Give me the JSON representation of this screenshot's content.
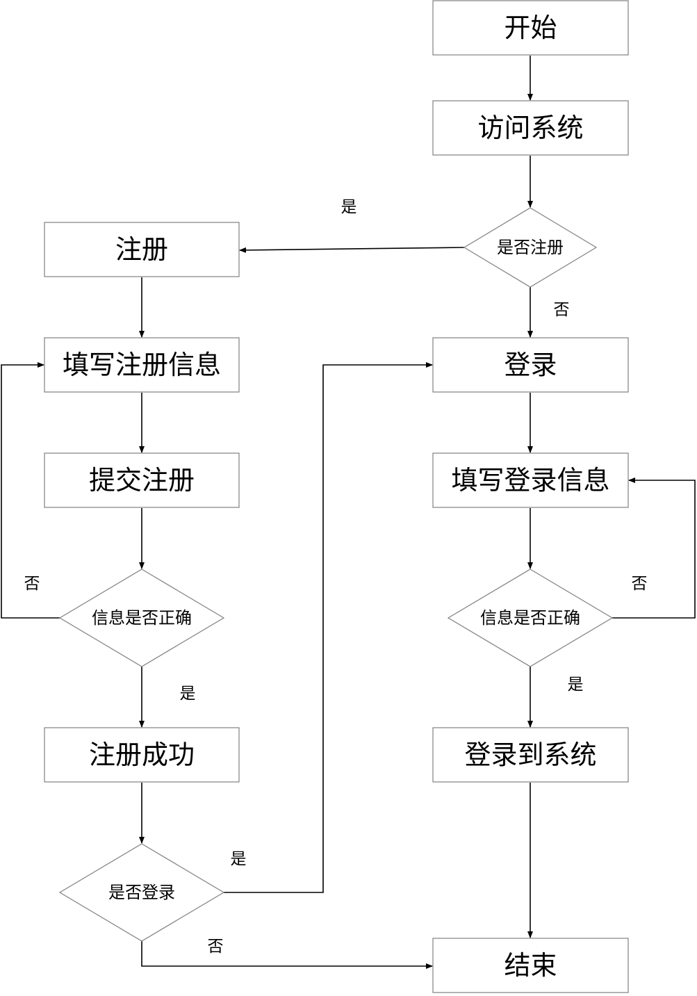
{
  "diagram": {
    "nodes": {
      "start": {
        "label": "开始",
        "shape": "box"
      },
      "access": {
        "label": "访问系统",
        "shape": "box"
      },
      "reg_q": {
        "label": "是否注册",
        "shape": "diamond"
      },
      "register": {
        "label": "注册",
        "shape": "box"
      },
      "fill_reg": {
        "label": "填写注册信息",
        "shape": "box"
      },
      "submit_reg": {
        "label": "提交注册",
        "shape": "box"
      },
      "reg_check": {
        "label": "信息是否正确",
        "shape": "diamond"
      },
      "reg_ok": {
        "label": "注册成功",
        "shape": "box"
      },
      "login_q": {
        "label": "是否登录",
        "shape": "diamond"
      },
      "login": {
        "label": "登录",
        "shape": "box"
      },
      "fill_login": {
        "label": "填写登录信息",
        "shape": "box"
      },
      "login_check": {
        "label": "信息是否正确",
        "shape": "diamond"
      },
      "logged_in": {
        "label": "登录到系统",
        "shape": "box"
      },
      "end": {
        "label": "结束",
        "shape": "box"
      }
    },
    "edges": [
      {
        "from": "start",
        "to": "access",
        "label": ""
      },
      {
        "from": "access",
        "to": "reg_q",
        "label": ""
      },
      {
        "from": "reg_q",
        "to": "register",
        "label": "是"
      },
      {
        "from": "reg_q",
        "to": "login",
        "label": "否"
      },
      {
        "from": "register",
        "to": "fill_reg",
        "label": ""
      },
      {
        "from": "fill_reg",
        "to": "submit_reg",
        "label": ""
      },
      {
        "from": "submit_reg",
        "to": "reg_check",
        "label": ""
      },
      {
        "from": "reg_check",
        "to": "fill_reg",
        "label": "否"
      },
      {
        "from": "reg_check",
        "to": "reg_ok",
        "label": "是"
      },
      {
        "from": "reg_ok",
        "to": "login_q",
        "label": ""
      },
      {
        "from": "login_q",
        "to": "login",
        "label": "是"
      },
      {
        "from": "login_q",
        "to": "end",
        "label": "否"
      },
      {
        "from": "login",
        "to": "fill_login",
        "label": ""
      },
      {
        "from": "fill_login",
        "to": "login_check",
        "label": ""
      },
      {
        "from": "login_check",
        "to": "fill_login",
        "label": "否"
      },
      {
        "from": "login_check",
        "to": "logged_in",
        "label": "是"
      },
      {
        "from": "logged_in",
        "to": "end",
        "label": ""
      }
    ]
  }
}
